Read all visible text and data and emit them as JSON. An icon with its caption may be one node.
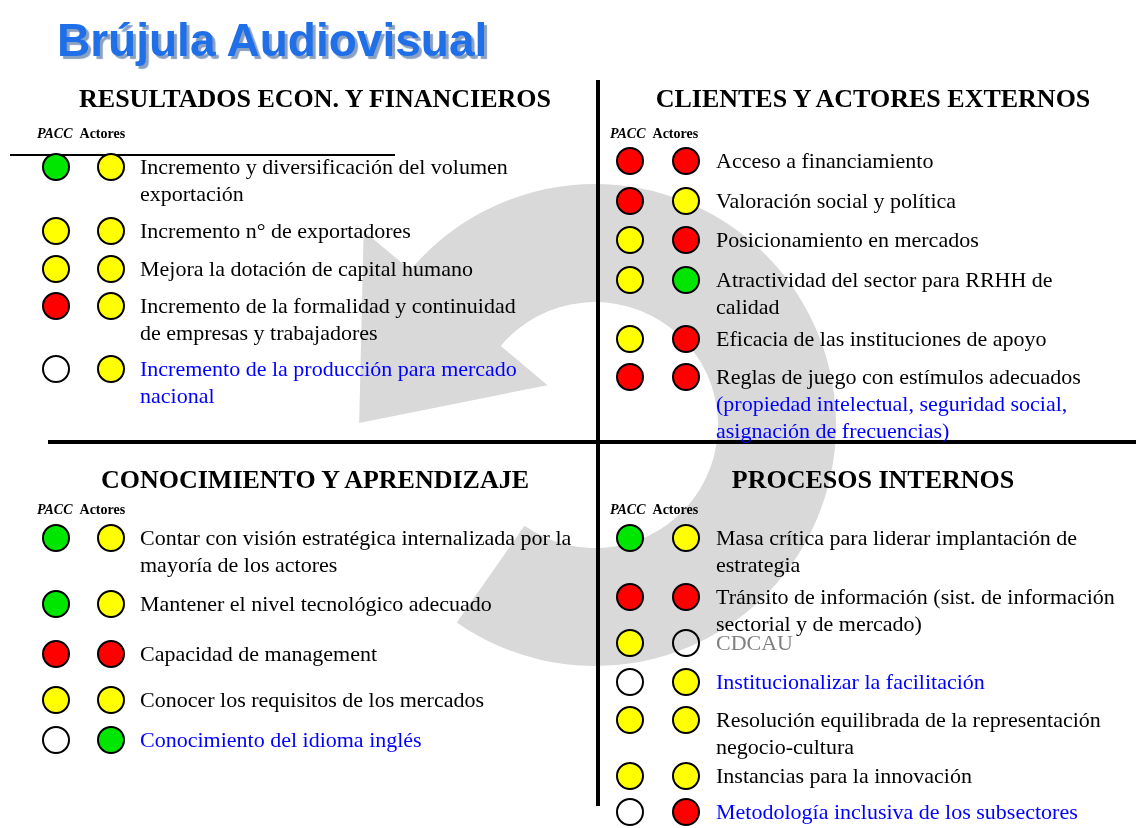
{
  "diagram": {
    "title": "Brújula Audiovisual",
    "nodes": [
      {
        "text": [
          "RESULTADOS ECON. Y FINANCIEROS",
          "PACC",
          "Actores"
        ]
      },
      {
        "text": [],
        "shape": "circle",
        "in": 0
      },
      {
        "text": [],
        "shape": "circle",
        "in": 0
      },
      {
        "text": [
          "Incremento y diversificación del volumen exportación"
        ],
        "in": 0
      },
      {
        "text": [],
        "shape": "circle",
        "in": 0
      },
      {
        "text": [],
        "shape": "circle",
        "in": 0
      },
      {
        "text": [
          "Incremento n° de exportadores"
        ],
        "in": 0
      },
      {
        "text": [],
        "shape": "circle",
        "in": 0
      },
      {
        "text": [],
        "shape": "circle",
        "in": 0
      },
      {
        "text": [
          "Mejora la dotación de capital humano"
        ],
        "in": 0
      },
      {
        "text": [],
        "shape": "circle",
        "in": 0
      },
      {
        "text": [],
        "shape": "circle",
        "in": 0
      },
      {
        "text": [
          "Incremento de la formalidad y continuidad de empresas y trabajadores"
        ],
        "in": 0
      },
      {
        "text": [],
        "shape": "circle",
        "in": 0
      },
      {
        "text": [],
        "shape": "circle",
        "in": 0
      },
      {
        "text": [
          "Incremento de la producción para mercado nacional"
        ],
        "in": 0
      },
      {
        "text": [
          "CLIENTES Y ACTORES EXTERNOS",
          "PACC",
          "Actores"
        ]
      },
      {
        "text": [],
        "shape": "circle",
        "in": 16
      },
      {
        "text": [],
        "shape": "circle",
        "in": 16
      },
      {
        "text": [
          "Acceso a financiamiento"
        ],
        "in": 16
      },
      {
        "text": [],
        "shape": "circle",
        "in": 16
      },
      {
        "text": [],
        "shape": "circle",
        "in": 16
      },
      {
        "text": [
          "Valoración social y política"
        ],
        "in": 16
      },
      {
        "text": [],
        "shape": "circle",
        "in": 16
      },
      {
        "text": [],
        "shape": "circle",
        "in": 16
      },
      {
        "text": [
          "Posicionamiento en mercados"
        ],
        "in": 16
      },
      {
        "text": [],
        "shape": "circle",
        "in": 16
      },
      {
        "text": [],
        "shape": "circle",
        "in": 16
      },
      {
        "text": [
          "Atractividad del sector para RRHH de calidad"
        ],
        "in": 16
      },
      {
        "text": [],
        "shape": "circle",
        "in": 16
      },
      {
        "text": [],
        "shape": "circle",
        "in": 16
      },
      {
        "text": [
          "Eficacia de las instituciones de apoyo"
        ],
        "in": 16
      },
      {
        "text": [],
        "shape": "circle",
        "in": 16
      },
      {
        "text": [],
        "shape": "circle",
        "in": 16
      },
      {
        "text": [
          "Reglas de juego con estímulos adecuados",
          "(propiedad intelectual, seguridad social, asignación de frecuencias)"
        ],
        "in": 16
      },
      {
        "text": [
          "CONOCIMIENTO Y APRENDIZAJE",
          "PACC",
          "Actores"
        ]
      },
      {
        "text": [],
        "shape": "circle",
        "in": 35
      },
      {
        "text": [],
        "shape": "circle",
        "in": 35
      },
      {
        "text": [
          "Contar con visión estratégica internalizada por la mayoría de los actores"
        ],
        "in": 35
      },
      {
        "text": [],
        "shape": "circle",
        "in": 35
      },
      {
        "text": [],
        "shape": "circle",
        "in": 35
      },
      {
        "text": [
          "Mantener el nivel tecnológico adecuado"
        ],
        "in": 35
      },
      {
        "text": [],
        "shape": "circle",
        "in": 35
      },
      {
        "text": [],
        "shape": "circle",
        "in": 35
      },
      {
        "text": [
          "Capacidad de management"
        ],
        "in": 35
      },
      {
        "text": [],
        "shape": "circle",
        "in": 35
      },
      {
        "text": [],
        "shape": "circle",
        "in": 35
      },
      {
        "text": [
          "Conocer los requisitos de los mercados"
        ],
        "in": 35
      },
      {
        "text": [],
        "shape": "circle",
        "in": 35
      },
      {
        "text": [],
        "shape": "circle",
        "in": 35
      },
      {
        "text": [
          "Conocimiento del idioma inglés"
        ],
        "in": 35
      },
      {
        "text": [
          "PROCESOS INTERNOS",
          "PACC",
          "Actores"
        ]
      },
      {
        "text": [],
        "shape": "circle",
        "in": 51
      },
      {
        "text": [],
        "shape": "circle",
        "in": 51
      },
      {
        "text": [
          "Masa crítica para liderar implantación de estrategia"
        ],
        "in": 51
      },
      {
        "text": [],
        "shape": "circle",
        "in": 51
      },
      {
        "text": [],
        "shape": "circle",
        "in": 51
      },
      {
        "text": [
          "Tránsito de información (sist. de información sectorial y de mercado)"
        ],
        "in": 51
      },
      {
        "text": [],
        "shape": "circle",
        "in": 51
      },
      {
        "text": [],
        "shape": "circle",
        "in": 51
      },
      {
        "text": [
          "CDCAU"
        ],
        "in": 51
      },
      {
        "text": [],
        "shape": "circle",
        "in": 51
      },
      {
        "text": [],
        "shape": "circle",
        "in": 51
      },
      {
        "text": [
          "Institucionalizar la facilitación"
        ],
        "in": 51
      },
      {
        "text": [],
        "shape": "circle",
        "in": 51
      },
      {
        "text": [],
        "shape": "circle",
        "in": 51
      },
      {
        "text": [
          "Resolución equilibrada de la representación negocio-cultura"
        ],
        "in": 51
      },
      {
        "text": [],
        "shape": "circle",
        "in": 51
      },
      {
        "text": [],
        "shape": "circle",
        "in": 51
      },
      {
        "text": [
          "Instancias para la innovación"
        ],
        "in": 51
      },
      {
        "text": [],
        "shape": "circle",
        "in": 51
      },
      {
        "text": [],
        "shape": "circle",
        "in": 51
      },
      {
        "text": [
          "Metodología inclusiva de los subsectores"
        ],
        "in": 51
      }
    ]
  }
}
